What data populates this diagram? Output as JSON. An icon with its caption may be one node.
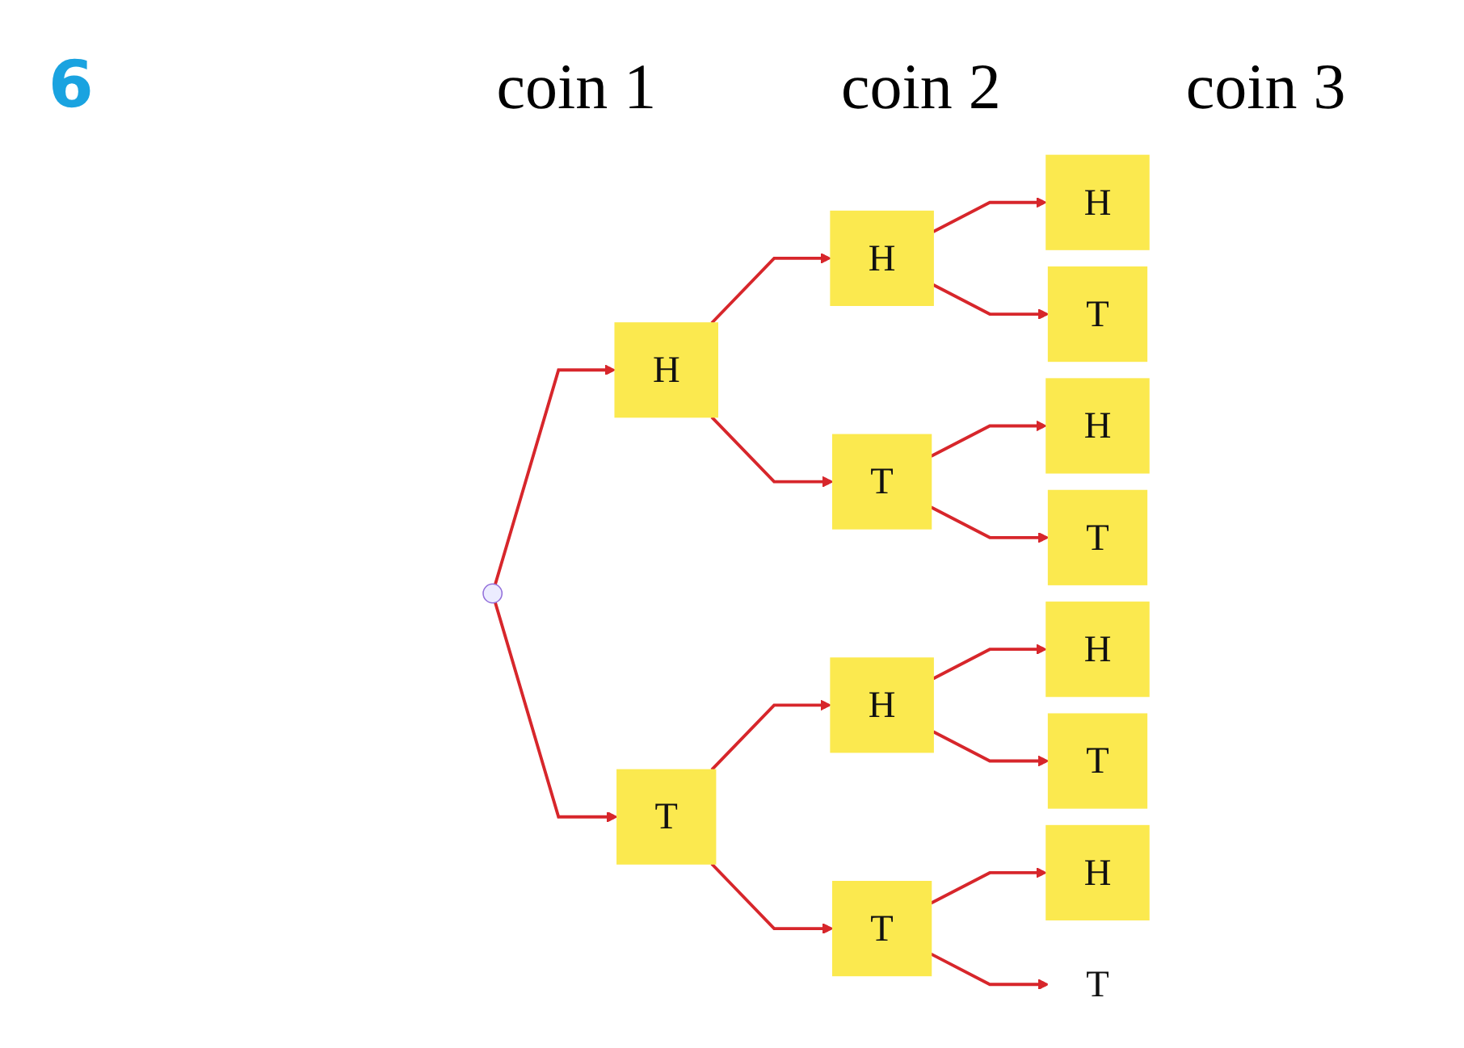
{
  "diagram": {
    "nodes": [
      {
        "text": [],
        "shape": "point"
      },
      {
        "text": [
          "H"
        ]
      },
      {
        "text": [
          "T"
        ]
      },
      {
        "text": [
          "H"
        ]
      },
      {
        "text": [
          "T"
        ]
      },
      {
        "text": [
          "H"
        ]
      },
      {
        "text": [
          "T"
        ]
      },
      {
        "text": [
          "H"
        ]
      },
      {
        "text": [
          "T"
        ]
      },
      {
        "text": [
          "H"
        ]
      },
      {
        "text": [
          "T"
        ]
      },
      {
        "text": [
          "H"
        ]
      },
      {
        "text": [
          "T"
        ]
      },
      {
        "text": [
          "H"
        ]
      },
      {
        "text": [
          "T"
        ]
      }
    ],
    "edges": [
      {
        "from": 0,
        "to": 1,
        "arrow": "to"
      },
      {
        "from": 0,
        "to": 2,
        "arrow": "to"
      },
      {
        "from": 1,
        "to": 3,
        "arrow": "to"
      },
      {
        "from": 1,
        "to": 4,
        "arrow": "to"
      },
      {
        "from": 2,
        "to": 5,
        "arrow": "to"
      },
      {
        "from": 2,
        "to": 6,
        "arrow": "to"
      },
      {
        "from": 3,
        "to": 7,
        "arrow": "to"
      },
      {
        "from": 3,
        "to": 8,
        "arrow": "to"
      },
      {
        "from": 4,
        "to": 9,
        "arrow": "to"
      },
      {
        "from": 4,
        "to": 10,
        "arrow": "to"
      },
      {
        "from": 5,
        "to": 11,
        "arrow": "to"
      },
      {
        "from": 5,
        "to": 12,
        "arrow": "to"
      },
      {
        "from": 6,
        "to": 13,
        "arrow": "to"
      },
      {
        "from": 6,
        "to": 14,
        "arrow": "to"
      }
    ],
    "labels": [
      "6",
      "coin 1",
      "coin 2",
      "coin 3"
    ]
  }
}
